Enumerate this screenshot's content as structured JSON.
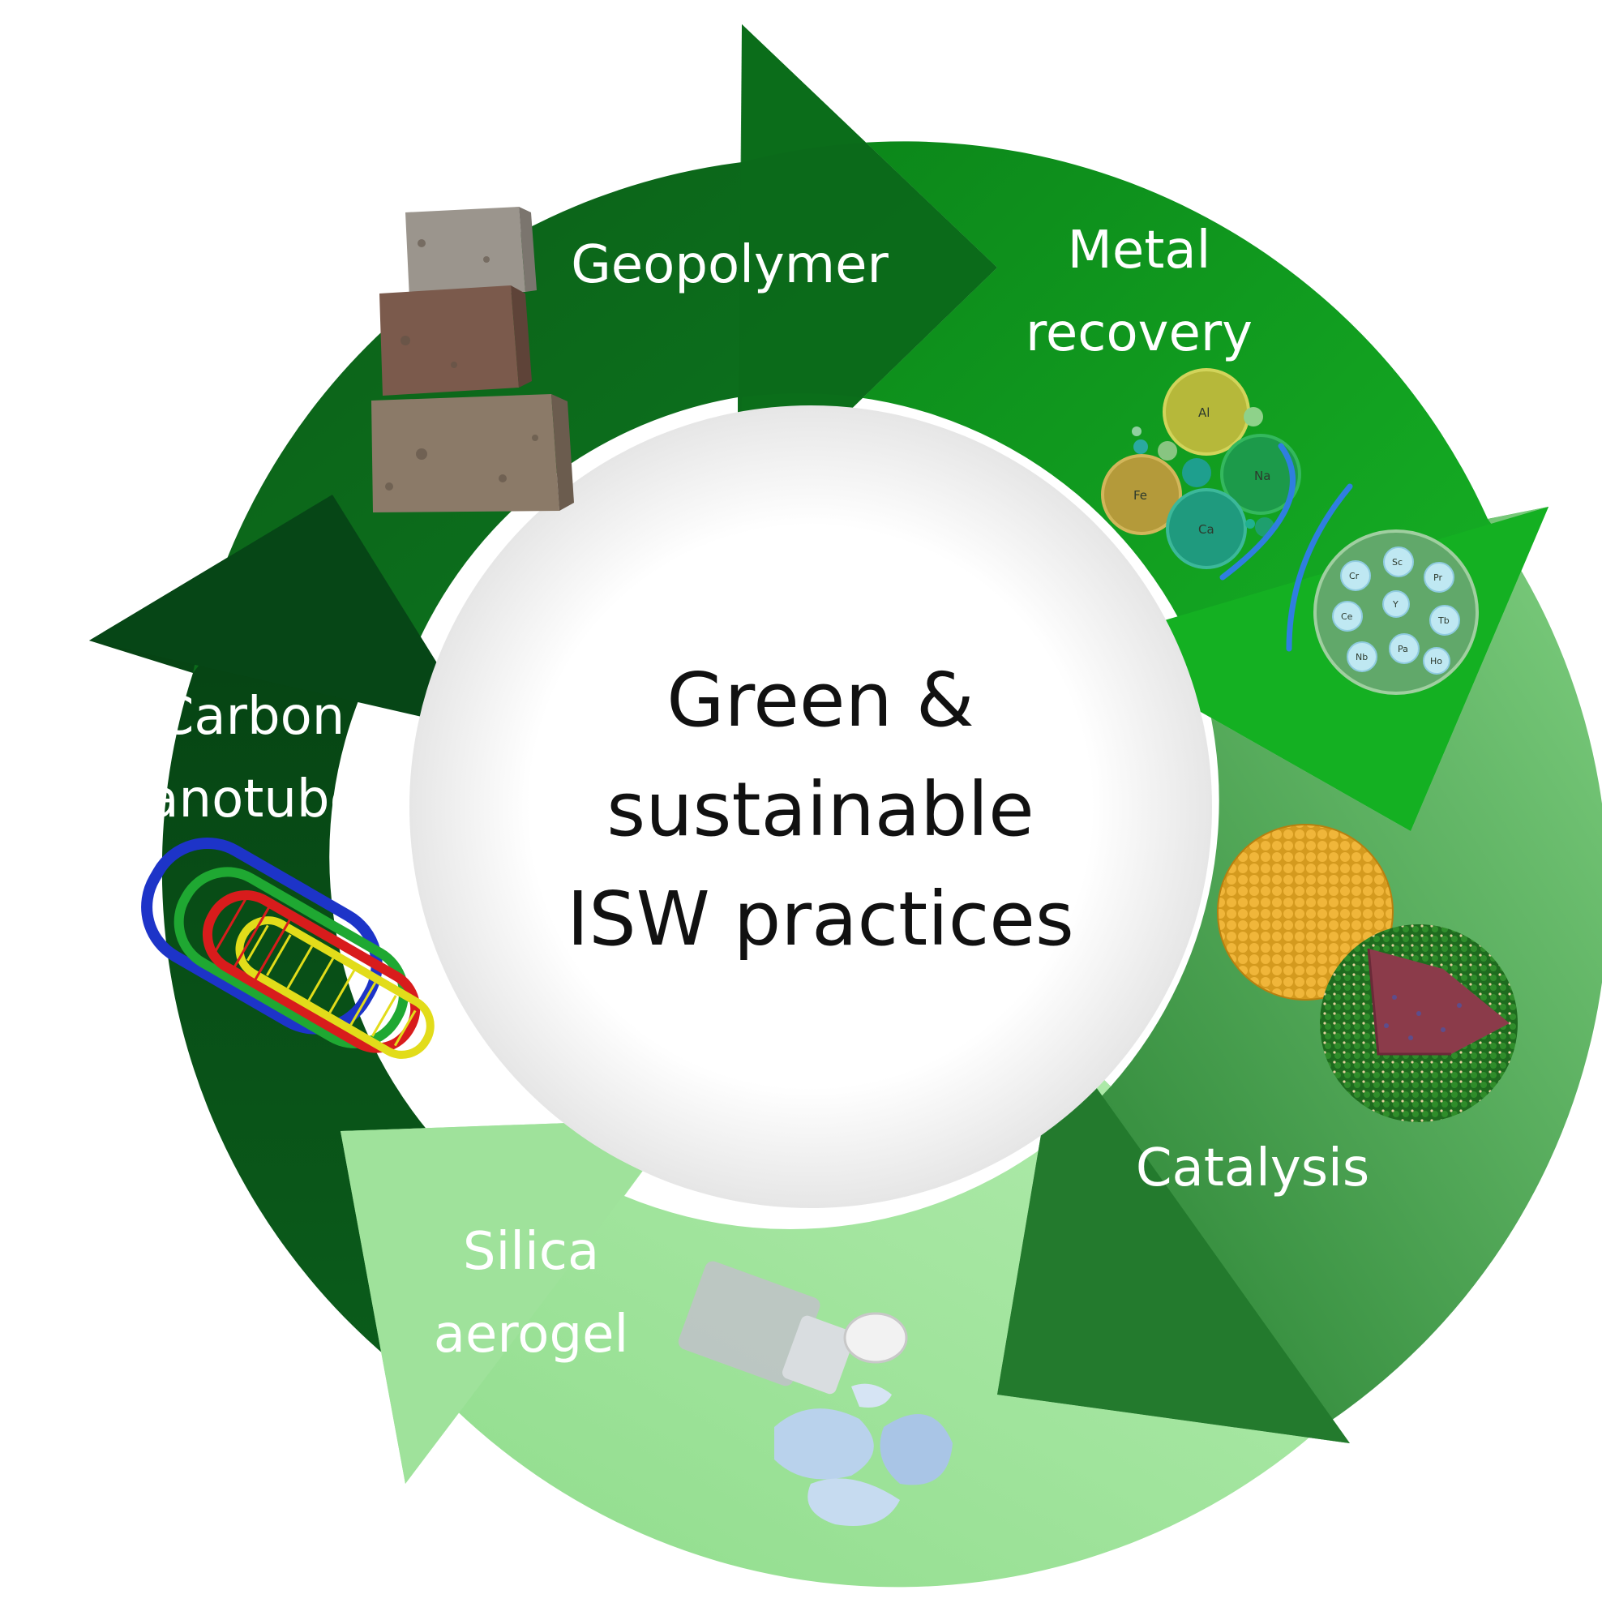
{
  "center": {
    "lines": [
      "Green &",
      "sustainable",
      "ISW practices"
    ]
  },
  "segments": [
    {
      "id": "geopolymer",
      "lines": [
        "Geopolymer"
      ],
      "color": "#0c6b1b"
    },
    {
      "id": "metal-recovery",
      "lines": [
        "Metal",
        "recovery"
      ],
      "color": "#12a41e"
    },
    {
      "id": "catalysis",
      "lines": [
        "Catalysis"
      ],
      "color": "#1f7d2c"
    },
    {
      "id": "silica-aerogel",
      "lines": [
        "Silica",
        "aerogel"
      ],
      "color": "#9ae096"
    },
    {
      "id": "carbon-nanotubes",
      "lines": [
        "Carbon",
        "nanotubes"
      ],
      "color": "#064214"
    }
  ],
  "metal_recovery_elements": {
    "left_cluster": [
      "Al",
      "Na",
      "Fe",
      "Ca"
    ],
    "right_cluster": [
      "Cr",
      "Sc",
      "Pr",
      "Ce",
      "Y",
      "Tb",
      "Nb",
      "Pa",
      "Ho"
    ]
  }
}
